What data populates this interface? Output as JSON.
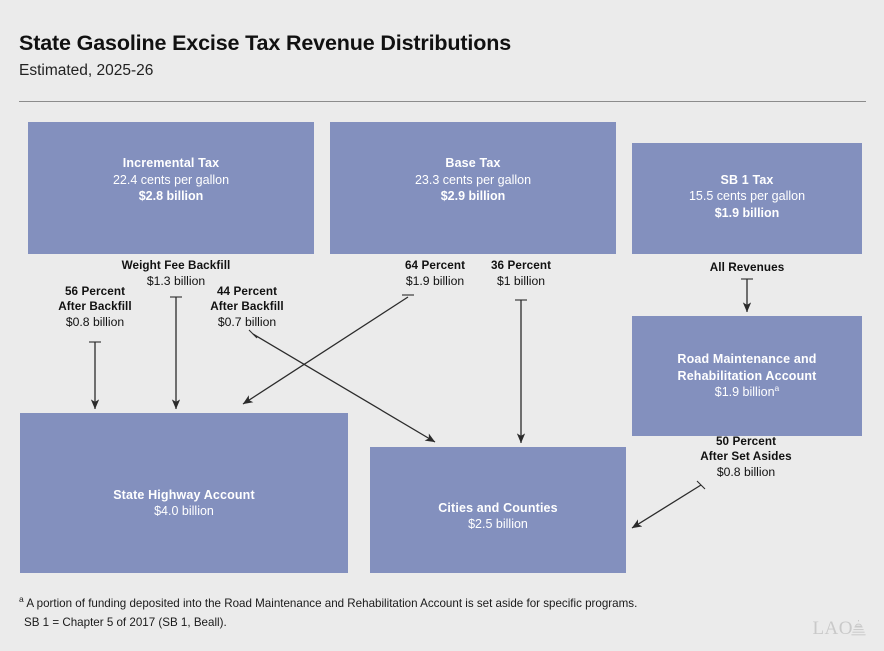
{
  "header": {
    "title": "State Gasoline Excise Tax Revenue Distributions",
    "subtitle": "Estimated, 2025-26"
  },
  "boxes": {
    "incremental_tax": {
      "title": "Incremental Tax",
      "rate": "22.4 cents per gallon",
      "amount": "$2.8 billion"
    },
    "base_tax": {
      "title": "Base Tax",
      "rate": "23.3 cents per gallon",
      "amount": "$2.9 billion"
    },
    "sb1_tax": {
      "title": "SB 1 Tax",
      "rate": "15.5 cents per gallon",
      "amount": "$1.9 billion"
    },
    "rmra": {
      "title_line1": "Road Maintenance and",
      "title_line2": "Rehabilitation Account",
      "amount": "$1.9 billion",
      "amount_footnote_marker": "a"
    },
    "state_highway_account": {
      "title": "State Highway Account",
      "amount": "$4.0 billion"
    },
    "cities_and_counties": {
      "title": "Cities and Counties",
      "amount": "$2.5 billion"
    }
  },
  "flow_labels": {
    "weight_fee_backfill": {
      "label": "Weight Fee Backfill",
      "amount": "$1.3 billion"
    },
    "fifty_six_after_backfill": {
      "line1": "56 Percent",
      "line2": "After Backfill",
      "amount": "$0.8 billion"
    },
    "forty_four_after_backfill": {
      "line1": "44 Percent",
      "line2": "After Backfill",
      "amount": "$0.7 billion"
    },
    "sixty_four_percent": {
      "label": "64 Percent",
      "amount": "$1.9 billion"
    },
    "thirty_six_percent": {
      "label": "36 Percent",
      "amount": "$1 billion"
    },
    "all_revenues": {
      "label": "All Revenues"
    },
    "fifty_after_set_asides": {
      "line1": "50 Percent",
      "line2": "After Set Asides",
      "amount": "$0.8 billion"
    }
  },
  "footnotes": {
    "marker_a": "a",
    "note_a": " A portion of funding deposited into the Road Maintenance and Rehabilitation Account is set aside for specific programs.",
    "note_sb1": "SB 1 = Chapter 5 of 2017 (SB 1, Beall)."
  },
  "logo": {
    "text": "LAO"
  },
  "colors": {
    "box_fill": "#8390be",
    "background": "#ebebeb",
    "rule": "#8c8c8c",
    "arrow": "#2b2b2b",
    "box_text": "#ffffff"
  }
}
